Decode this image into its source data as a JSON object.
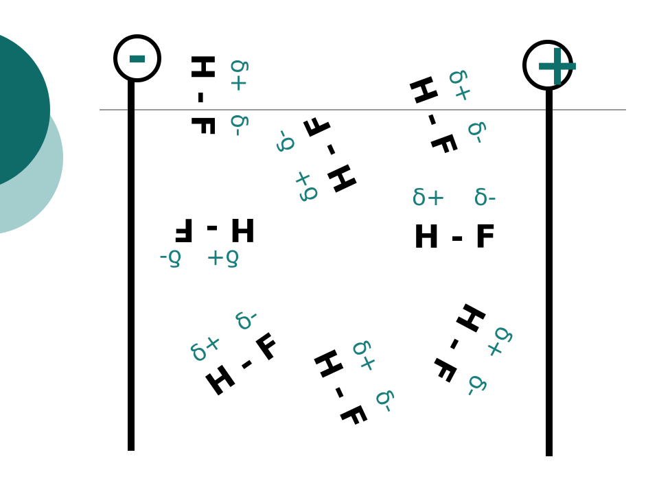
{
  "colors": {
    "background": "#ffffff",
    "accent_dark": "#0e6b68",
    "accent_light": "#a4cdce",
    "partial_charge": "#1a7f7c",
    "electrode_sign": "#0f6f6b",
    "plate": "#000000"
  },
  "electrodes": {
    "negative": {
      "sign": "-"
    },
    "positive": {
      "sign": "+"
    }
  },
  "molecule_label": "H - F",
  "partial_plus": "δ+",
  "partial_minus": "δ-"
}
